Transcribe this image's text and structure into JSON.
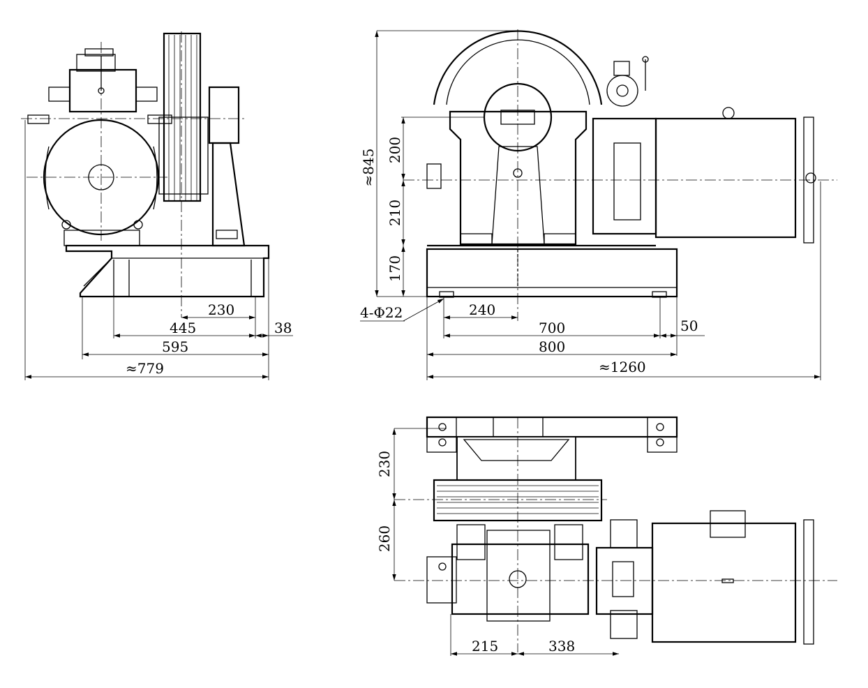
{
  "side_view": {
    "dims": {
      "d230": "230",
      "d445": "445",
      "d38": "38",
      "d595": "595",
      "d779": "≈779"
    }
  },
  "front_view": {
    "dims": {
      "d845": "≈845",
      "d200": "200",
      "d210": "210",
      "d170": "170",
      "holes": "4-Φ22",
      "d240": "240",
      "d700": "700",
      "d50": "50",
      "d800": "800",
      "d1260": "≈1260"
    }
  },
  "top_view": {
    "dims": {
      "d230": "230",
      "d260": "260",
      "d215": "215",
      "d338": "338"
    }
  }
}
